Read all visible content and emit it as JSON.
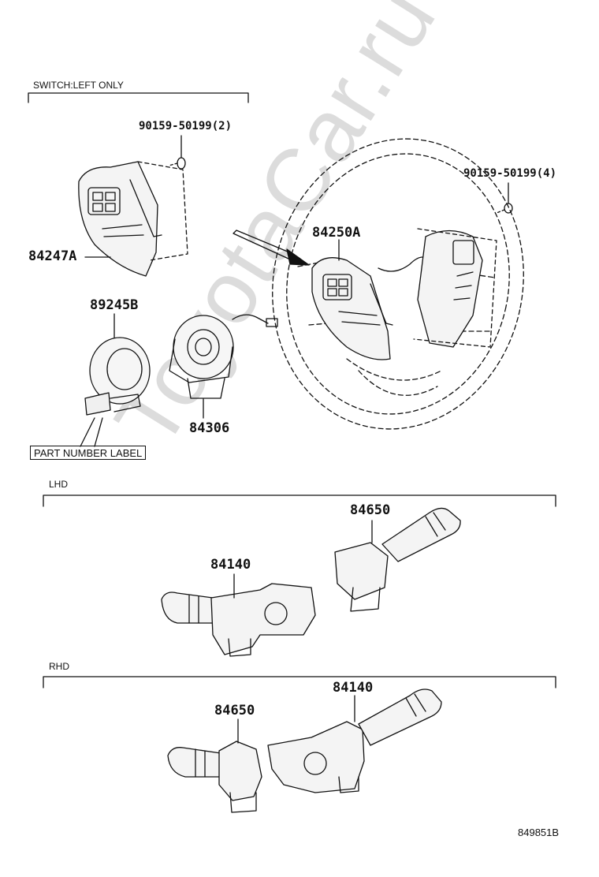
{
  "sections": {
    "switch_left": "SWITCH:LEFT ONLY",
    "lhd": "LHD",
    "rhd": "RHD"
  },
  "parts": {
    "screw_top_left": "90159-50199(2)",
    "screw_right": "90159-50199(4)",
    "switch_left": "84247A",
    "switch_right": "84250A",
    "sensor": "89245B",
    "spiral_cable": "84306",
    "lhd_wiper": "84650",
    "lhd_headlight": "84140",
    "rhd_headlight": "84140",
    "rhd_wiper": "84650"
  },
  "part_number_label": "PART NUMBER LABEL",
  "diagram_id": "849851B",
  "watermark": "ToyotaCar.ru"
}
